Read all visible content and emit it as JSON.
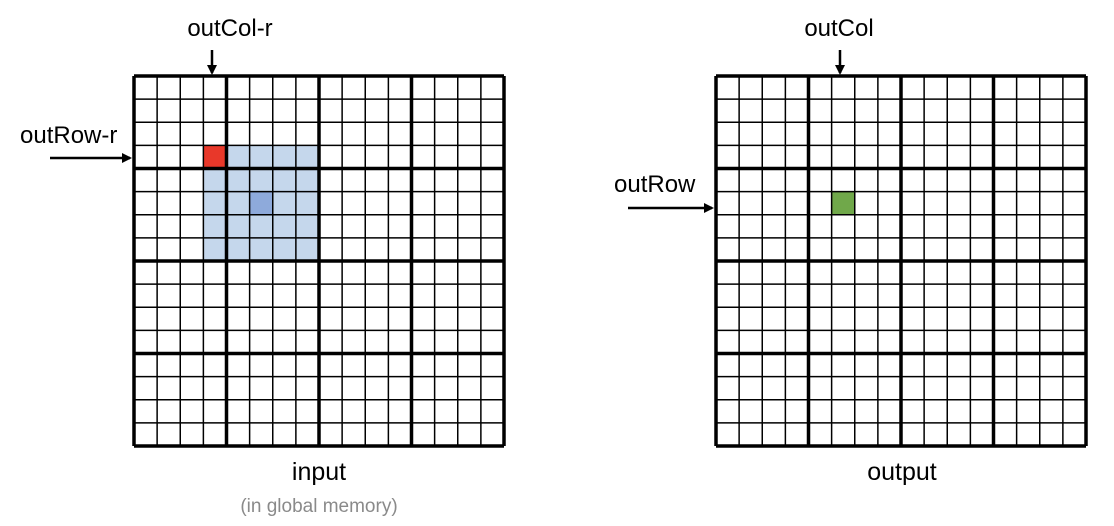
{
  "diagram": {
    "grid": {
      "cells": 16,
      "tile_size": 4
    },
    "input_grid": {
      "caption": "input",
      "subcaption": "(in global memory)",
      "col_label": "outCol-r",
      "row_label": "outRow-r",
      "corner_cell": {
        "row": 3,
        "col": 3
      },
      "window": {
        "row_start": 3,
        "col_start": 3,
        "size": 5
      },
      "center_cell": {
        "row": 5,
        "col": 5
      }
    },
    "output_grid": {
      "caption": "output",
      "col_label": "outCol",
      "row_label": "outRow",
      "target_cell": {
        "row": 5,
        "col": 5
      }
    },
    "colors": {
      "grid_line": "#000000",
      "window_fill": "#c5d7ec",
      "center_fill": "#8eaadb",
      "corner_fill": "#e8382a",
      "target_fill": "#70a84a",
      "subcaption": "#8a8a8a"
    }
  }
}
